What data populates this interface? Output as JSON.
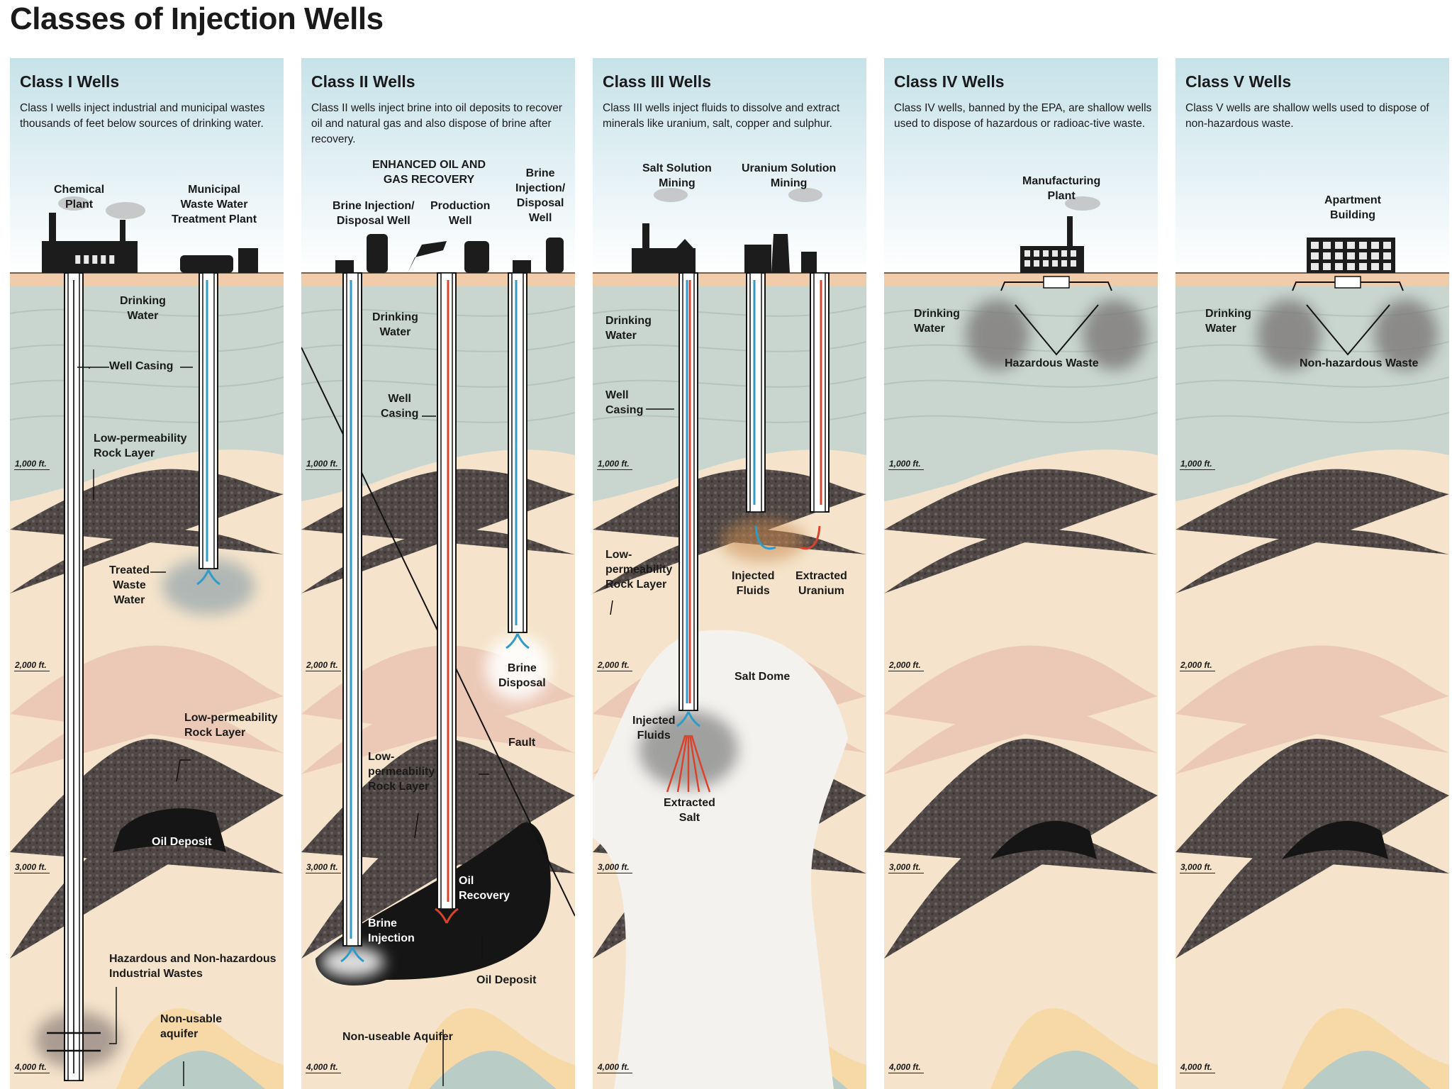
{
  "title": "Classes of Injection Wells",
  "depth_labels": [
    "1,000 ft.",
    "2,000 ft.",
    "3,000 ft.",
    "4,000 ft."
  ],
  "colors": {
    "sky_top": "#c6e2e9",
    "sky_bottom": "#ffffff",
    "soil": "#f1ccaa",
    "drinking_water": "#c9d6d0",
    "rock": "#4f4846",
    "sand": "#f5e4cb",
    "pink": "#ecc9b7",
    "oil": "#151515",
    "blue_arrow": "#2f9bc8",
    "red_arrow": "#d9432b"
  },
  "panels": [
    {
      "title": "Class I Wells",
      "description": "Class I wells inject industrial and municipal wastes thousands of feet below sources of drinking water.",
      "labels": {
        "chemical_plant": "Chemical\nPlant",
        "municipal_plant": "Municipal\nWaste Water\nTreatment Plant",
        "drinking_water": "Drinking\nWater",
        "well_casing": "Well Casing",
        "low_perm_1": "Low-permeability\nRock Layer",
        "treated_water": "Treated\nWaste\nWater",
        "low_perm_2": "Low-permeability\nRock Layer",
        "oil_deposit": "Oil Deposit",
        "wastes": "Hazardous and Non-hazardous\nIndustrial Wastes",
        "aquifer": "Non-usable\naquifer"
      }
    },
    {
      "title": "Class II Wells",
      "description": "Class II wells inject brine into oil deposits to recover oil and natural gas and also dispose of brine after recovery.",
      "labels": {
        "enhanced": "ENHANCED OIL AND\nGAS RECOVERY",
        "brine_injection_well": "Brine Injection/\nDisposal Well",
        "production_well": "Production\nWell",
        "brine_disposal_well": "Brine\nInjection/\nDisposal\nWell",
        "drinking_water": "Drinking\nWater",
        "well_casing": "Well\nCasing",
        "brine_disposal": "Brine\nDisposal",
        "fault": "Fault",
        "low_perm": "Low-\npermeability\nRock Layer",
        "oil_recovery": "Oil\nRecovery",
        "brine_injection": "Brine\nInjection",
        "oil_deposit": "Oil Deposit",
        "aquifer": "Non-useable Aquifer"
      }
    },
    {
      "title": "Class III Wells",
      "description": "Class III wells inject fluids to dissolve and extract minerals like uranium, salt, copper and sulphur.",
      "labels": {
        "salt_mining": "Salt Solution\nMining",
        "uranium_mining": "Uranium Solution\nMining",
        "drinking_water": "Drinking\nWater",
        "well_casing": "Well\nCasing",
        "low_perm": "Low-\npermeability\nRock Layer",
        "injected_fluids_u": "Injected\nFluids",
        "extracted_uranium": "Extracted\nUranium",
        "salt_dome": "Salt Dome",
        "injected_fluids_s": "Injected\nFluids",
        "extracted_salt": "Extracted\nSalt"
      }
    },
    {
      "title": "Class IV Wells",
      "description": "Class IV wells, banned by the EPA, are shallow wells used to dispose of hazardous or radioac-tive waste.",
      "labels": {
        "plant": "Manufacturing\nPlant",
        "drinking_water": "Drinking\nWater",
        "waste": "Hazardous Waste"
      }
    },
    {
      "title": "Class V Wells",
      "description": "Class V wells are shallow wells used to dispose of non-hazardous waste.",
      "labels": {
        "building": "Apartment\nBuilding",
        "drinking_water": "Drinking\nWater",
        "waste": "Non-hazardous Waste"
      }
    }
  ]
}
